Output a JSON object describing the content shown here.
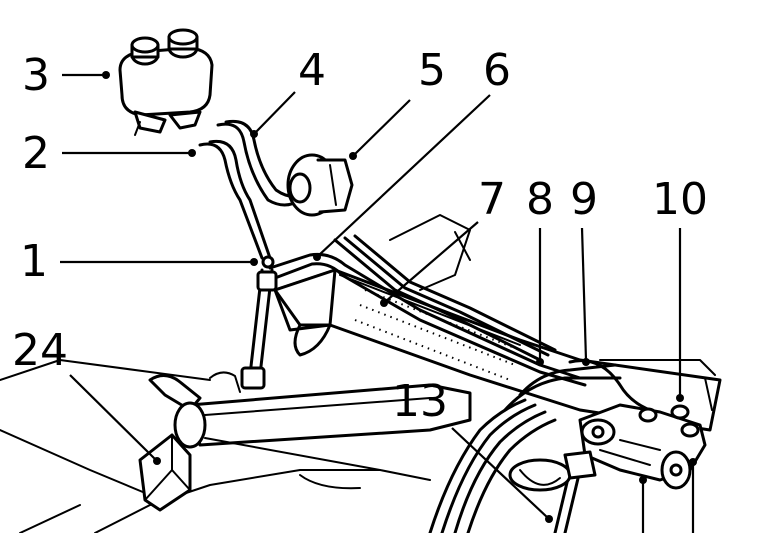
{
  "callouts": [
    {
      "id": "c3",
      "label": "3"
    },
    {
      "id": "c4",
      "label": "4"
    },
    {
      "id": "c5",
      "label": "5"
    },
    {
      "id": "c6",
      "label": "6"
    },
    {
      "id": "c2",
      "label": "2"
    },
    {
      "id": "c7",
      "label": "7"
    },
    {
      "id": "c8",
      "label": "8"
    },
    {
      "id": "c9",
      "label": "9"
    },
    {
      "id": "c10",
      "label": "10"
    },
    {
      "id": "c1",
      "label": "1"
    },
    {
      "id": "c24",
      "label": "24"
    },
    {
      "id": "c13",
      "label": "13"
    }
  ]
}
